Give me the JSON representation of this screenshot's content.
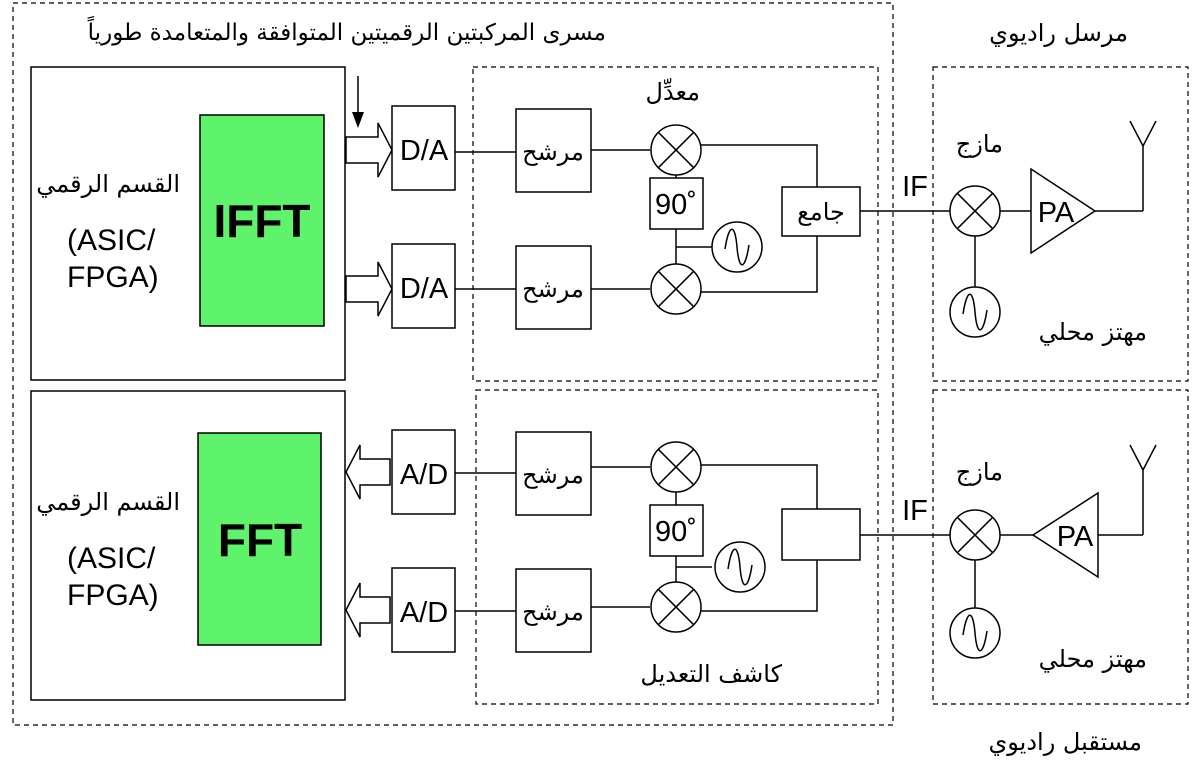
{
  "titles": {
    "path": "مسرى المركبتين الرقميتين المتوافقة والمتعامدة طورياً",
    "transmitter": "مرسل راديوي",
    "receiver": "مستقبل راديوي",
    "modulator": "معدِّل",
    "demodulator": "كاشف التعديل"
  },
  "digital": {
    "label": "القسم الرقمي",
    "line1": "(ASIC/",
    "line2": "FPGA)",
    "ifft": "IFFT",
    "fft": "FFT"
  },
  "converters": {
    "dac": "D/A",
    "adc": "A/D"
  },
  "blocks": {
    "filter": "مرشح",
    "phase": "90˚",
    "combiner": "جامع",
    "mixer": "مازج",
    "if": "IF",
    "pa": "PA",
    "lo": "مهتز محلي"
  },
  "colors": {
    "dsp_block": "#5ff26b",
    "line": "#000000"
  }
}
